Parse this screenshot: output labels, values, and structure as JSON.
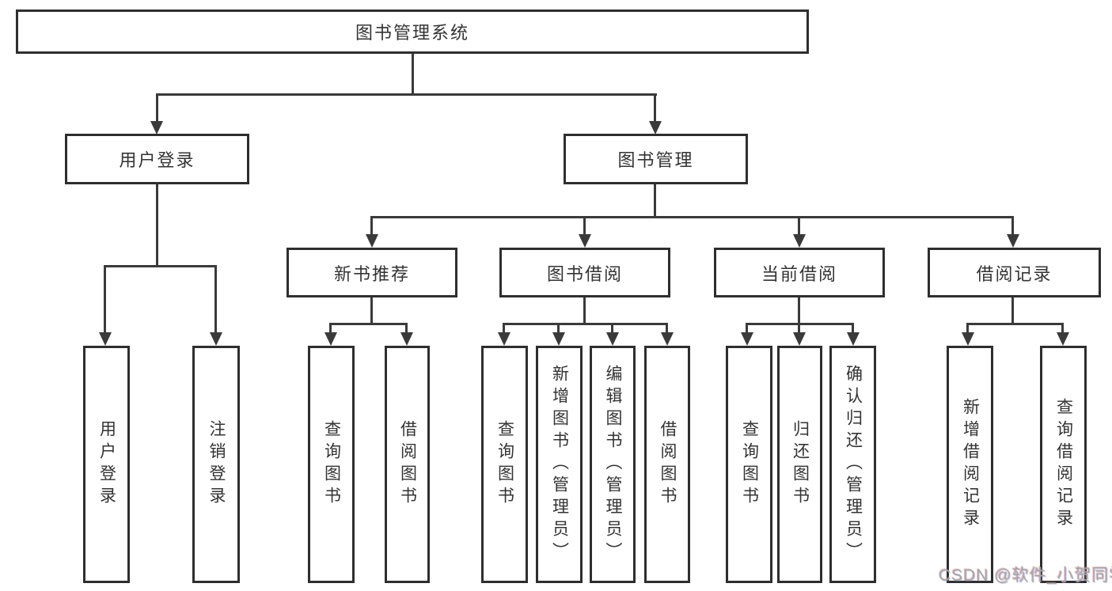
{
  "diagram": {
    "title": "图书管理系统",
    "nodes": {
      "root": "图书管理系统",
      "level2": [
        "用户登录",
        "图书管理"
      ],
      "level3": [
        "新书推荐",
        "图书借阅",
        "当前借阅",
        "借阅记录"
      ],
      "leaves": [
        "用户登录",
        "注销登录",
        "查询图书",
        "借阅图书",
        "查询图书",
        "新增图书（管理员）",
        "编辑图书（管理员）",
        "借阅图书",
        "查询图书",
        "归还图书",
        "确认归还（管理员）",
        "新增借阅记录",
        "查询借阅记录"
      ]
    },
    "colors": {
      "line": "#3a3a3a",
      "box_border": "#2e2e2e",
      "text": "#333333",
      "background": "#ffffff",
      "watermark": "#a6a6a6"
    }
  },
  "watermark": "CSDN @软件_小贺同学"
}
